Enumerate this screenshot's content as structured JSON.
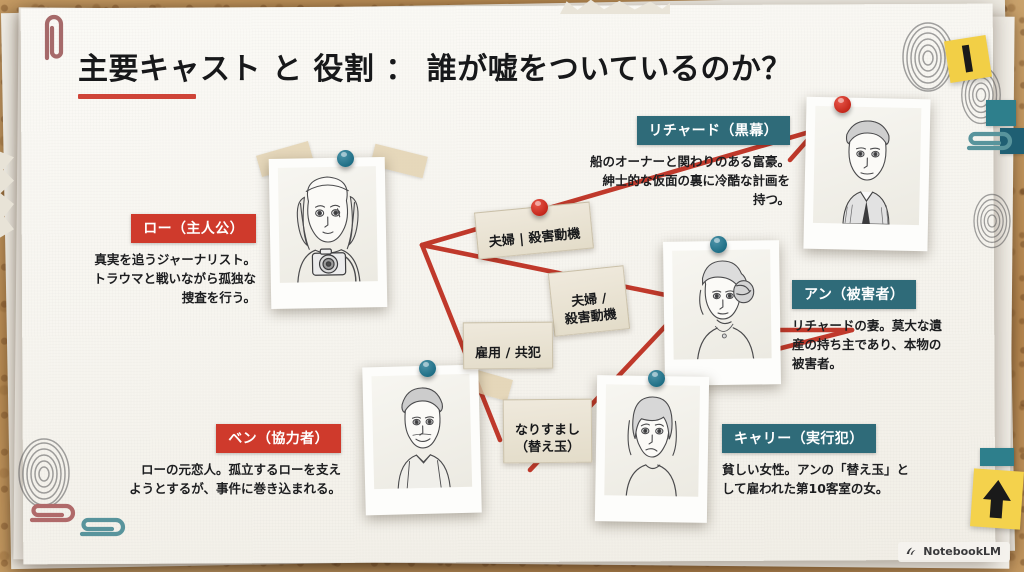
{
  "board": {
    "title": "主要キャスト と 役割 ： 誰が嘘をついているのか？",
    "accent_red": "#cf4438",
    "accent_teal": "#2f6b79",
    "line_color": "#c0392b",
    "background": "#c29760",
    "paper": "#f7f5ef"
  },
  "characters": [
    {
      "id": "lo",
      "name": "ロー（主人公）",
      "badge_color": "red",
      "description": "真実を追うジャーナリスト。\nトラウマと戦いながら孤独な\n捜査を行う。",
      "pin": "blue",
      "portrait": "woman-with-camera"
    },
    {
      "id": "richard",
      "name": "リチャード（黒幕）",
      "badge_color": "teal",
      "description": "船のオーナーと関わりのある富豪。\n紳士的な仮面の裏に冷酷な計画を\n持つ。",
      "pin": "red",
      "portrait": "man-in-suit"
    },
    {
      "id": "ann",
      "name": "アン（被害者）",
      "badge_color": "teal",
      "description": "リチャードの妻。莫大な遺\n産の持ち主であり、本物の\n被害者。",
      "pin": "blue",
      "portrait": "woman-updo"
    },
    {
      "id": "ben",
      "name": "ベン（協力者）",
      "badge_color": "red",
      "description": "ローの元恋人。孤立するローを支え\nようとするが、事件に巻き込まれる。",
      "pin": "blue",
      "portrait": "young-man"
    },
    {
      "id": "carrie",
      "name": "キャリー（実行犯）",
      "badge_color": "teal",
      "description": "貧しい女性。アンの「替え玉」と\nして雇われた第10客室の女。",
      "pin": "blue",
      "portrait": "worried-woman"
    }
  ],
  "relations": [
    {
      "id": "rel-marriage-motive-1",
      "label": "夫婦 | 殺害動機",
      "pin": "red"
    },
    {
      "id": "rel-marriage-motive-2",
      "label": "夫婦 /\n殺害動機",
      "pin": "none"
    },
    {
      "id": "rel-employment",
      "label": "雇用 / 共犯",
      "pin": "none"
    },
    {
      "id": "rel-impersonation",
      "label": "なりすまし\n（替え玉）",
      "pin": "none"
    }
  ],
  "watermark": {
    "label": "NotebookLM",
    "icon": "notebooklm-icon"
  }
}
